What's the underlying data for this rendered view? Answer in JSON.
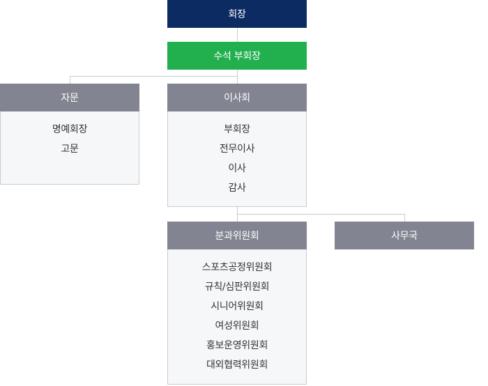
{
  "chairman": "회장",
  "senior_vice_chairman": "수석 부회장",
  "advisory": {
    "title": "자문",
    "items": [
      "명예회장",
      "고문"
    ]
  },
  "board": {
    "title": "이사회",
    "items": [
      "부회장",
      "전무이사",
      "이사",
      "감사"
    ]
  },
  "committees": {
    "title": "분과위원회",
    "items": [
      "스포츠공정위원회",
      "규칙/심판위원회",
      "시니어위원회",
      "여성위원회",
      "홍보운영위원회",
      "대외협력위원회"
    ]
  },
  "secretariat": "사무국",
  "colors": {
    "chairman": "#0d2b63",
    "senior_vice_chairman": "#22b04f",
    "section_header": "#828591"
  }
}
